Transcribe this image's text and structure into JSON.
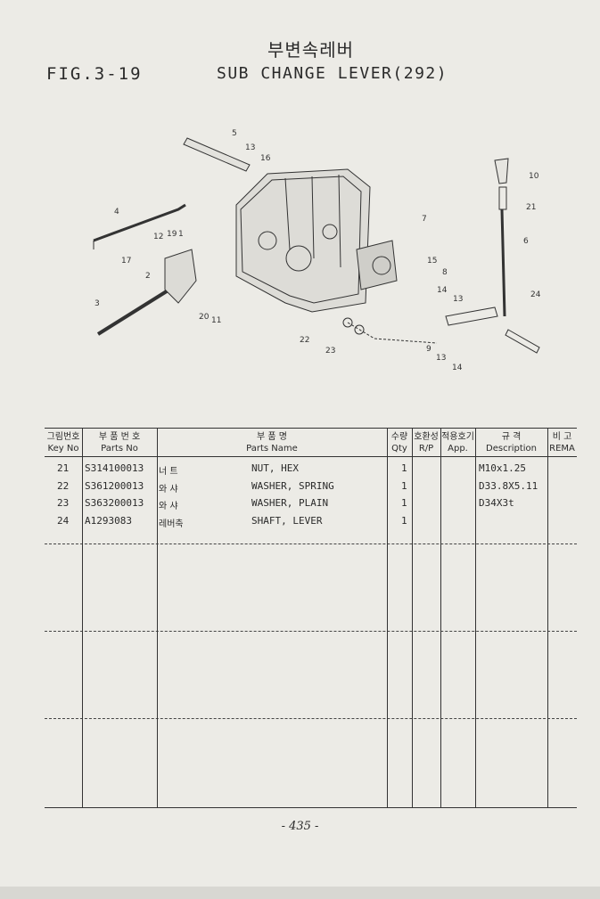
{
  "header": {
    "title_kr": "부변속레버",
    "fig_label": "FIG.3-19",
    "title_en": "SUB CHANGE LEVER(292)"
  },
  "diagram": {
    "callouts": [
      "5",
      "13",
      "16",
      "4",
      "19",
      "12",
      "1",
      "17",
      "2",
      "3",
      "20",
      "11",
      "7",
      "15",
      "8",
      "14",
      "13",
      "10",
      "21",
      "6",
      "24",
      "22",
      "23",
      "9",
      "13",
      "14"
    ]
  },
  "table": {
    "headers": {
      "key_kr": "그림번호",
      "key_en": "Key No",
      "part_kr": "부 품 번 호",
      "part_en": "Parts No",
      "name_kr": "부 품 명",
      "name_en": "Parts Name",
      "qty_kr": "수량",
      "qty_en": "Qty",
      "rp_kr": "호환성",
      "rp_en": "R/P",
      "app_kr": "적용호기",
      "app_en": "App.",
      "desc_kr": "규 격",
      "desc_en": "Description",
      "rem_kr": "비 고",
      "rem_en": "REMA"
    },
    "rows": [
      {
        "key": "21",
        "part": "S314100013",
        "kr": "너 트",
        "name": "NUT, HEX",
        "qty": "1",
        "desc": "M10x1.25"
      },
      {
        "key": "22",
        "part": "S361200013",
        "kr": "와 샤",
        "name": "WASHER, SPRING",
        "qty": "1",
        "desc": "D33.8X5.11"
      },
      {
        "key": "23",
        "part": "S363200013",
        "kr": "와 샤",
        "name": "WASHER, PLAIN",
        "qty": "1",
        "desc": "D34X3t"
      },
      {
        "key": "24",
        "part": "A1293083",
        "kr": "레버축",
        "name": "SHAFT, LEVER",
        "qty": "1",
        "desc": ""
      }
    ]
  },
  "footer": {
    "page": "- 435 -"
  }
}
